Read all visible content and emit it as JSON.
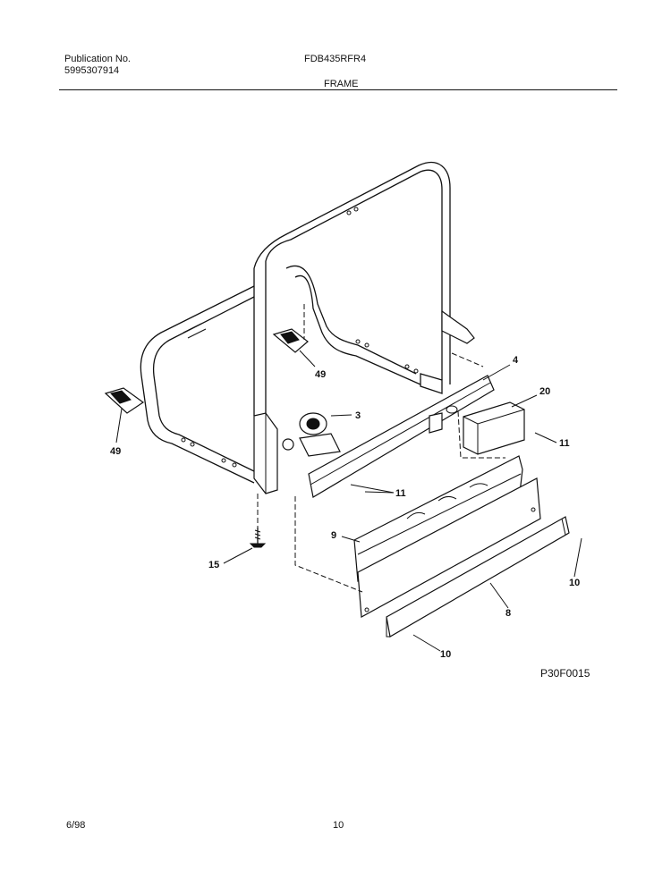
{
  "header": {
    "publication_label": "Publication No.",
    "publication_number": "5995307914",
    "model": "FDB435RFR4",
    "section_title": "FRAME"
  },
  "diagram": {
    "callouts": [
      {
        "id": "49a",
        "label": "49"
      },
      {
        "id": "49b",
        "label": "49"
      },
      {
        "id": "3",
        "label": "3"
      },
      {
        "id": "4",
        "label": "4"
      },
      {
        "id": "20",
        "label": "20"
      },
      {
        "id": "11a",
        "label": "11"
      },
      {
        "id": "11b",
        "label": "11"
      },
      {
        "id": "9",
        "label": "9"
      },
      {
        "id": "15",
        "label": "15"
      },
      {
        "id": "10a",
        "label": "10"
      },
      {
        "id": "10b",
        "label": "10"
      },
      {
        "id": "8",
        "label": "8"
      }
    ],
    "figure_code": "P30F0015"
  },
  "footer": {
    "date": "6/98",
    "page_number": "10"
  }
}
